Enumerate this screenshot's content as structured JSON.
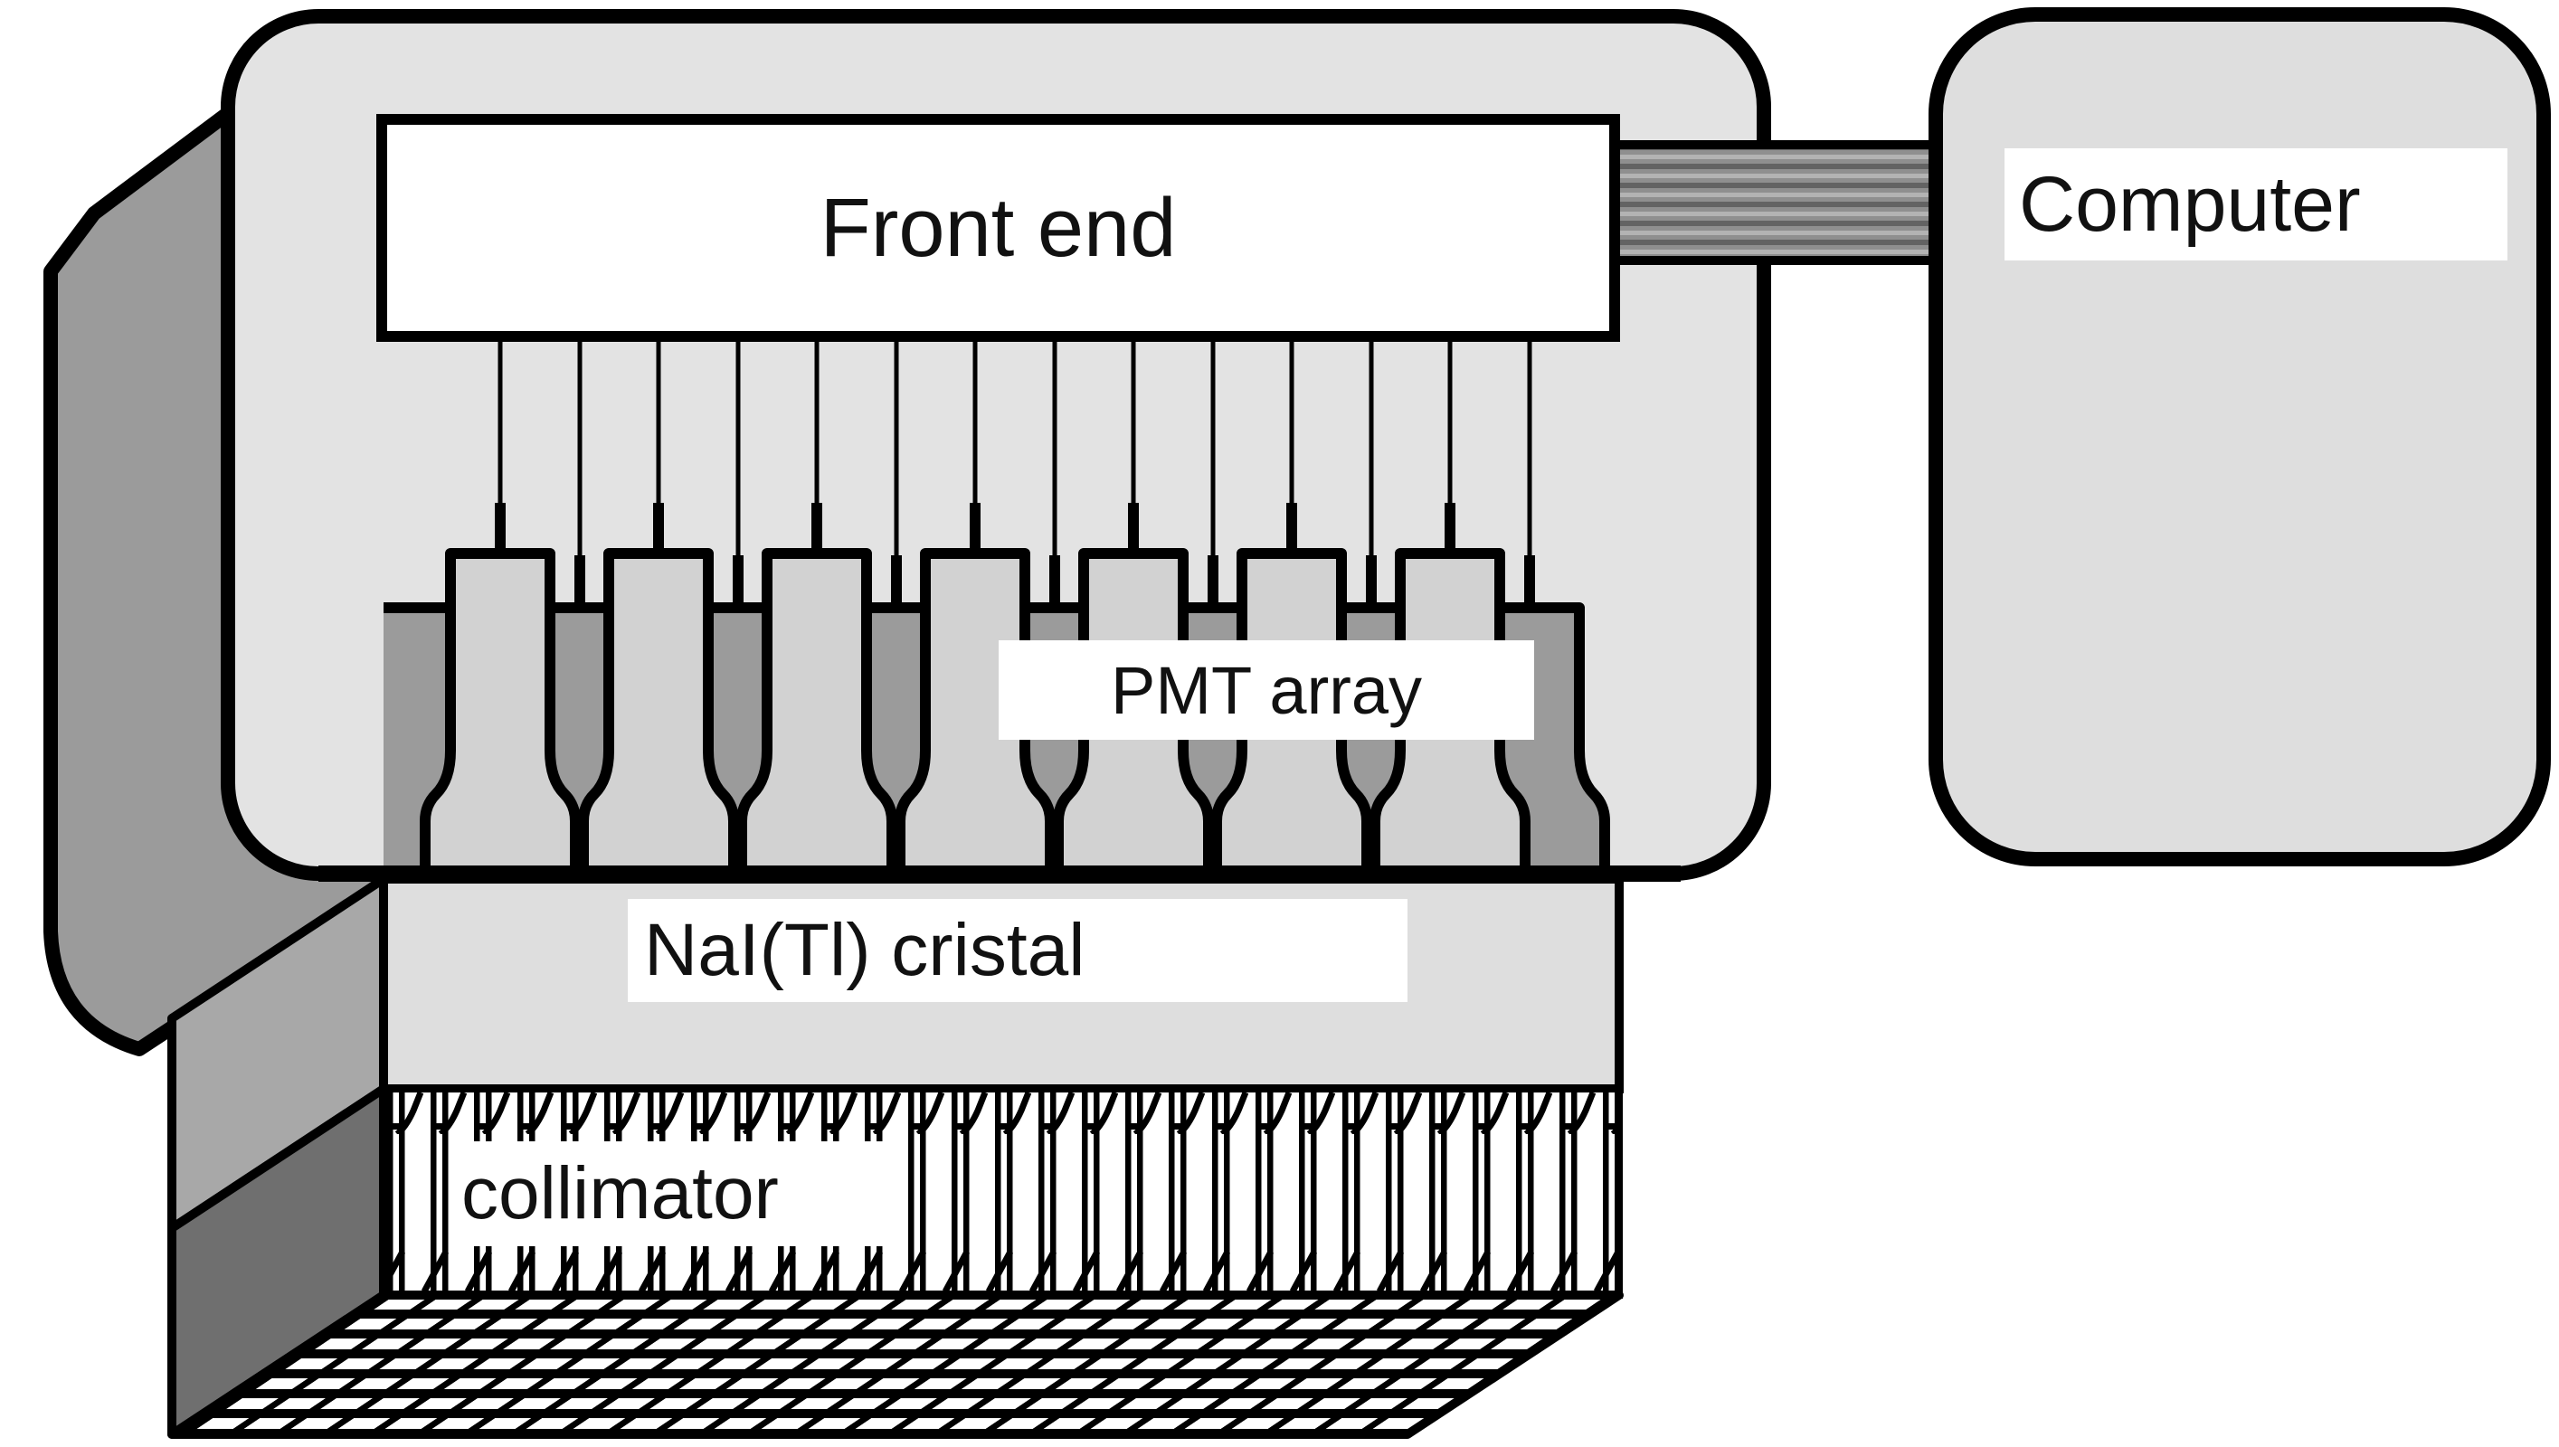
{
  "labels": {
    "front_end": "Front end",
    "pmt_array": "PMT array",
    "crystal": "NaI(Tl) cristal",
    "collimator": "collimator",
    "computer": "Computer"
  },
  "colors": {
    "outline": "#000000",
    "background": "#ffffff",
    "label_bg": "#ffffff",
    "text": "#111111",
    "housing": "#e3e3e3",
    "housing_side": "#9b9b9b",
    "pmt_front": "#d2d2d2",
    "pmt_back": "#9b9b9b",
    "crystal": "#dedede",
    "crystal_side": "#a8a8a8",
    "collimator_face": "#ffffff",
    "collimator_side": "#6f6f6f",
    "computer_box": "#dedede"
  },
  "counts": {
    "pmt_front_row": 7,
    "pmt_back_row": 8,
    "wires": 14,
    "collimator_septa_pairs": 28
  }
}
